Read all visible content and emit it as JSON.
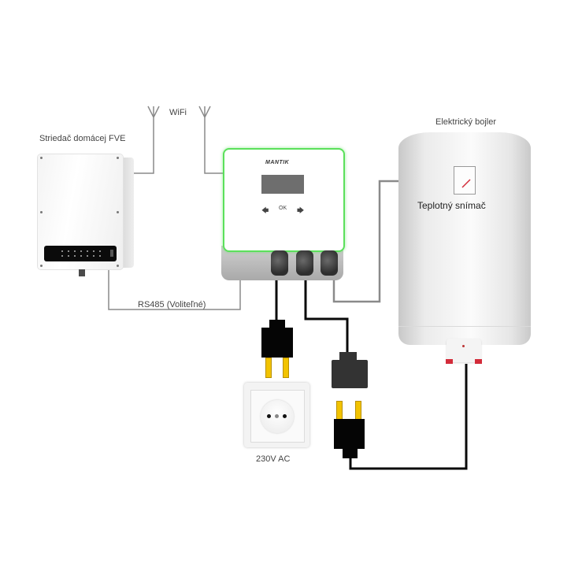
{
  "diagram": {
    "labels": {
      "inverter": "Striedač domácej FVE",
      "wifi": "WiFi",
      "boiler": "Elektrický bojler",
      "sensor": "Teplotný snímač",
      "rs485": "RS485 (Voliteľné)",
      "socket": "230V AC"
    },
    "controller": {
      "brand": "MANTIK",
      "buttons": {
        "left": "🡄",
        "ok": "OK",
        "right": "🡆"
      },
      "outline_color": "#5be05b"
    },
    "colors": {
      "signal_wire": "#8a8a8a",
      "power_wire": "#0a0a0a",
      "plug_prong": "#f2c300",
      "plug_body": "#050505",
      "plug_body_dark": "#333333"
    },
    "components": [
      "inverter",
      "wifi-antenna-inverter",
      "wifi-antenna-controller",
      "controller",
      "boiler",
      "temperature-sensor",
      "wall-socket",
      "input-plug",
      "output-plug-socket",
      "boiler-plug"
    ]
  }
}
